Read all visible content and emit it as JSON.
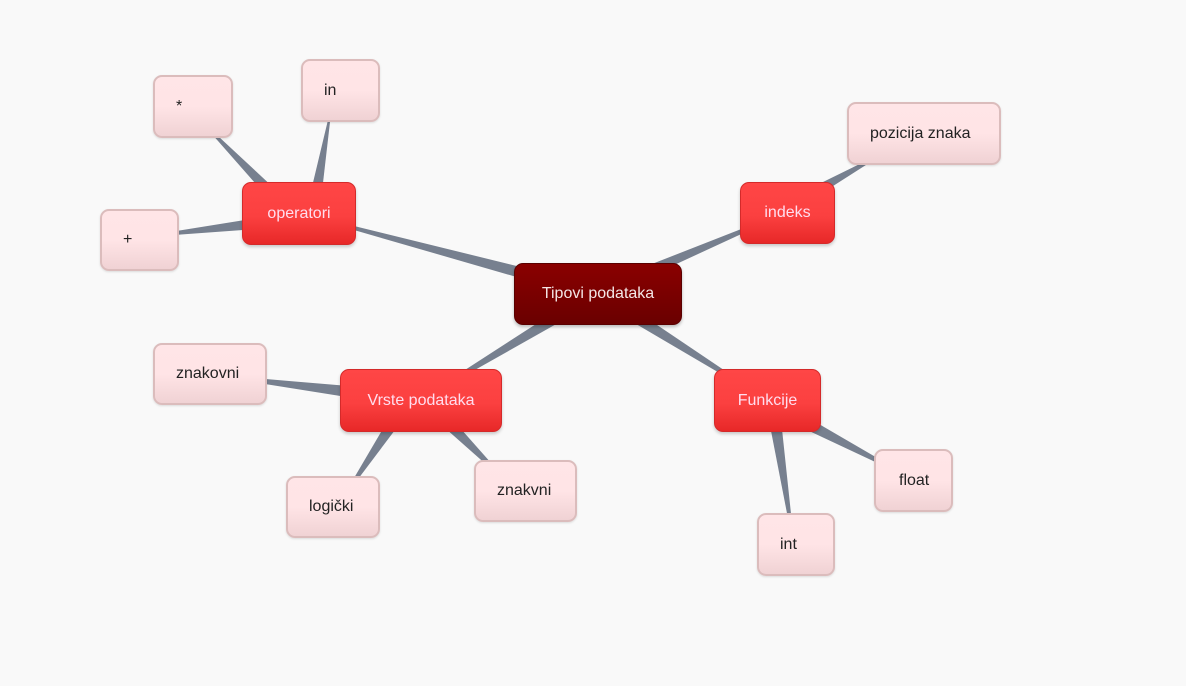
{
  "root": {
    "label": "Tipovi podataka"
  },
  "branches": {
    "operatori": {
      "label": "operatori",
      "children": [
        "*",
        "in",
        "+"
      ]
    },
    "indeks": {
      "label": "indeks",
      "children": [
        "pozicija znaka"
      ]
    },
    "vrste": {
      "label": "Vrste podataka",
      "children": [
        "znakovni",
        "logički",
        "znakvni"
      ]
    },
    "funkcije": {
      "label": "Funkcije",
      "children": [
        "float",
        "int"
      ]
    }
  },
  "colors": {
    "root": "#7a0000",
    "branch": "#fb4040",
    "leaf": "#ffe4e6",
    "connector": "#77808f"
  }
}
